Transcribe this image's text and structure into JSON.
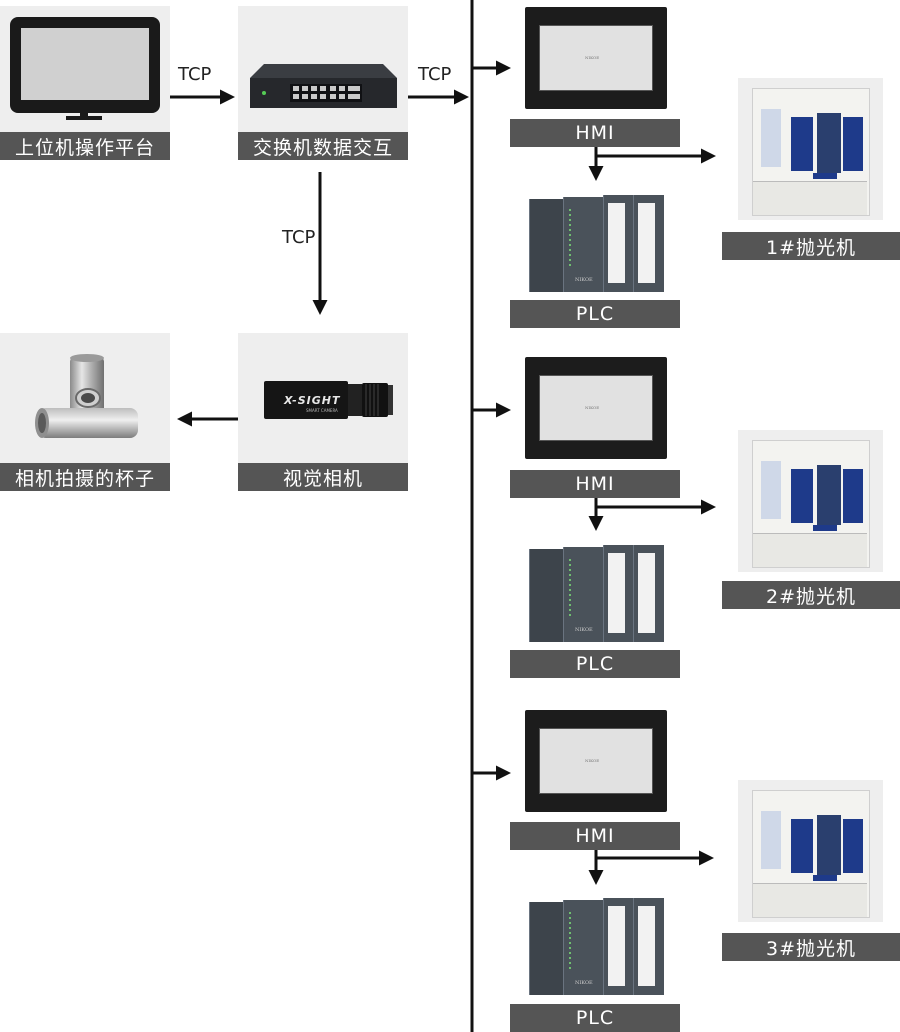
{
  "nodes": {
    "host": {
      "label": "上位机操作平台"
    },
    "switch": {
      "label": "交换机数据交互"
    },
    "camera": {
      "label": "视觉相机",
      "brand": "X-SIGHT",
      "brand_sub": "SMART CAMERA"
    },
    "cup": {
      "label": "相机拍摄的杯子"
    }
  },
  "edges": {
    "host_switch": "TCP",
    "switch_bus": "TCP",
    "switch_camera": "TCP"
  },
  "stations": [
    {
      "hmi": "HMI",
      "plc": "PLC",
      "machine": "1#抛光机",
      "hmi_logo": "NIKOE",
      "plc_logo": "NIKOE"
    },
    {
      "hmi": "HMI",
      "plc": "PLC",
      "machine": "2#抛光机",
      "hmi_logo": "NIKOE",
      "plc_logo": "NIKOE"
    },
    {
      "hmi": "HMI",
      "plc": "PLC",
      "machine": "3#抛光机",
      "hmi_logo": "NIKOE",
      "plc_logo": "NIKOE"
    }
  ]
}
